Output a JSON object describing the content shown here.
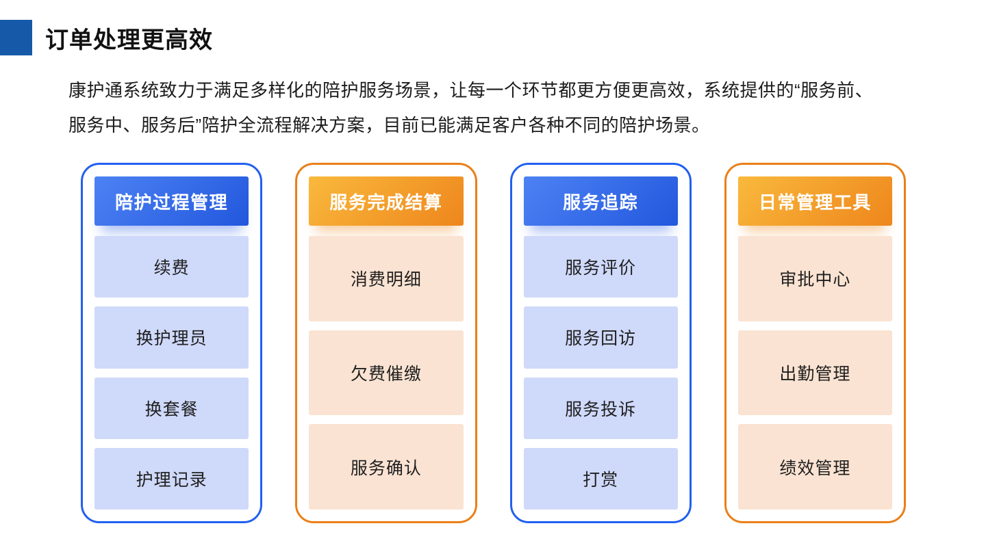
{
  "slide": {
    "title": "订单处理更高效",
    "description_lines": [
      "康护通系统致力于满足多样化的陪护服务场景，让每一个环节都更方便更高效，系统提供的“服务前、",
      "服务中、服务后”陪护全流程解决方案，目前已能满足客户各种不同的陪护场景。"
    ]
  },
  "columns": [
    {
      "theme": "blue",
      "header": "陪护过程管理",
      "items": [
        "续费",
        "换护理员",
        "换套餐",
        "护理记录"
      ]
    },
    {
      "theme": "orange",
      "header": "服务完成结算",
      "items": [
        "消费明细",
        "欠费催缴",
        "服务确认"
      ]
    },
    {
      "theme": "blue",
      "header": "服务追踪",
      "items": [
        "服务评价",
        "服务回访",
        "服务投诉",
        "打赏"
      ]
    },
    {
      "theme": "orange",
      "header": "日常管理工具",
      "items": [
        "审批中心",
        "出勤管理",
        "绩效管理"
      ]
    }
  ],
  "colors": {
    "title_marker": "#1659a8",
    "blue_border": "#2160ef",
    "blue_header_start": "#4d82f4",
    "blue_header_end": "#2257dd",
    "blue_cell": "#cfd9fa",
    "orange_border": "#ea7f18",
    "orange_header_start": "#f9b93d",
    "orange_header_end": "#ee861c",
    "orange_cell": "#fae3d2"
  }
}
